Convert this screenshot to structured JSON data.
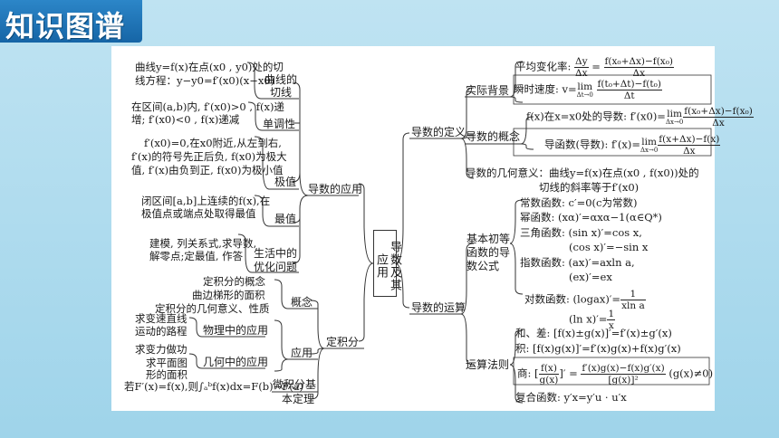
{
  "header": {
    "title": "知识图谱"
  },
  "center": "导数及其应用",
  "left": {
    "application": {
      "label": "导数的应用",
      "tangent": {
        "label": "曲线的切线",
        "text1": "曲线y=f(x)在点(x0 , y0)处的切",
        "text2": "线方程：y−y0=f′(x0)(x−x0)"
      },
      "monotonic": {
        "label": "单调性",
        "text1": "在区间(a,b)内, f′(x0)>0 , f(x)递",
        "text2": "增; f′(x0)<0 , f(x)递减"
      },
      "extreme": {
        "label": "极值",
        "text1": "f′(x0)=0,在x0附近,从左到右,",
        "text2": "f′(x)的符号先正后负, f(x0)为极大",
        "text3": "值, f′(x)由负到正, f(x0)为极小值"
      },
      "maximum": {
        "label": "最值",
        "text1": "闭区间[a,b]上连续的f(x),在",
        "text2": "极值点或端点处取得最值"
      },
      "life": {
        "label": "生活中的优化问题",
        "label1": "生活中的",
        "label2": "优化问题",
        "text1": "建模, 列关系式,求导数,",
        "text2": "解零点;定最值, 作答"
      }
    },
    "integral": {
      "label": "定积分",
      "concept": {
        "label": "概念",
        "items": [
          "定积分的概念",
          "曲边梯形的面积",
          "定积分的几何意义、性质"
        ]
      },
      "apply": {
        "label": "应用",
        "physics": {
          "label": "物理中的应用",
          "items": [
            "求变速直线",
            "运动的路程",
            "求变力做功"
          ]
        },
        "geometry": {
          "label": "几何中的应用",
          "items": [
            "求平面图",
            "形的面积"
          ]
        }
      },
      "theorem": {
        "label": "微积分基本定理",
        "label1": "微积分基",
        "label2": "本定理",
        "text": "若F′(x)=f(x),则∫ₐᵇf(x)dx=F(b)−F(a)"
      }
    }
  },
  "right": {
    "definition": {
      "label": "导数的定义",
      "background": {
        "label": "实际背景",
        "avg_label": "平均变化率:",
        "inst_label": "瞬时速度:",
        "inst_lhs": "v="
      },
      "concept": {
        "label": "导数的概念",
        "point_label": "f(x)在x=x0处的导数: f′(x0)=",
        "func_label": "导函数(导数): f′(x)="
      },
      "geometry": {
        "text1": "导数的几何意义：曲线y=f(x)在点(x0 , f(x0))处的",
        "text2": "切线的斜率等于f′(x0)"
      }
    },
    "operation": {
      "label": "导数的运算",
      "basic": {
        "label": "基本初等函数的导数公式",
        "label1": "基本初等",
        "label2": "函数的导",
        "label3": "数公式",
        "const": "常数函数: c′=0(c为常数)",
        "power": "幂函数: (xα)′=αxα−1(α∈Q*)",
        "trig1": "三角函数: (sin x)′=cos x,",
        "trig2": "(cos x)′=−sin x",
        "exp1": "指数函数: (ax)′=axln a,",
        "exp2": "(ex)′=ex",
        "log1_prefix": "对数函数: (logax)′=",
        "log2_prefix": "(ln x)′="
      },
      "rules": {
        "label": "运算法则",
        "sum": "和、差: [f(x)±g(x)]′=f′(x)±g′(x)",
        "product": "积: [f(x)g(x)]′=f′(x)g(x)+f(x)g′(x)",
        "quotient_prefix": "商:",
        "quotient_cond": "(g(x)≠0)",
        "composite": "复合函数: y′x=y′u · u′x"
      }
    }
  },
  "colors": {
    "tab": "#1d72b8",
    "background": "#aedbee",
    "panel": "#ffffff",
    "line": "#333333"
  }
}
